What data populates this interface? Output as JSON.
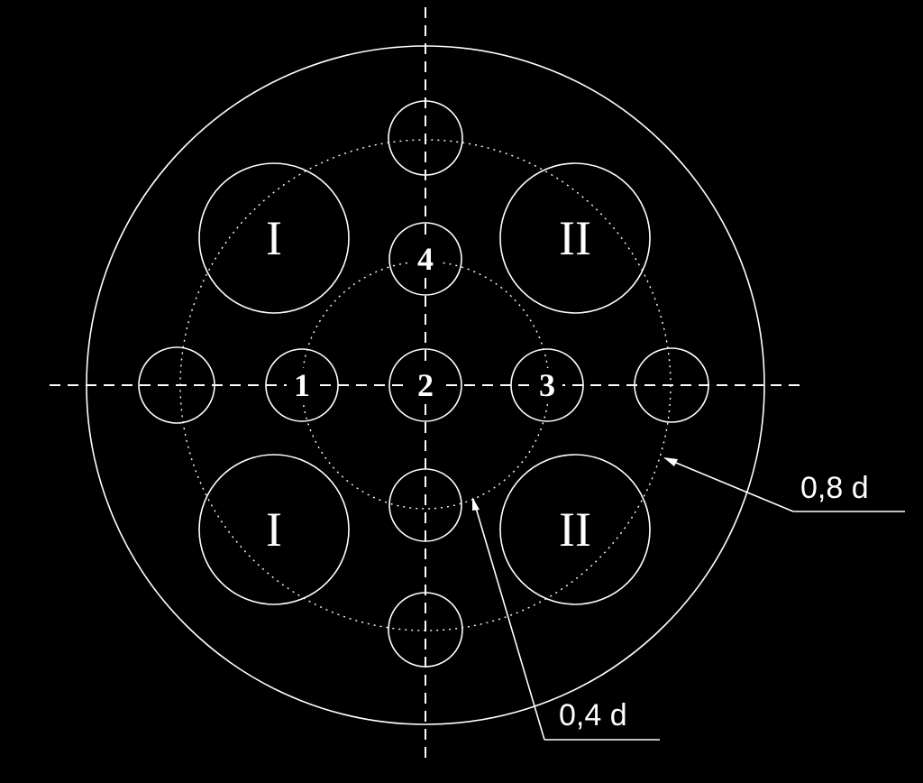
{
  "colors": {
    "background": "#000000",
    "line": "#ffffff"
  },
  "labels": {
    "group_one": "I",
    "group_two": "II",
    "point_1": "1",
    "point_2": "2",
    "point_3": "3",
    "point_4": "4"
  },
  "dimensions": {
    "outer_ring": "0,8 d",
    "inner_ring": "0,4 d"
  }
}
